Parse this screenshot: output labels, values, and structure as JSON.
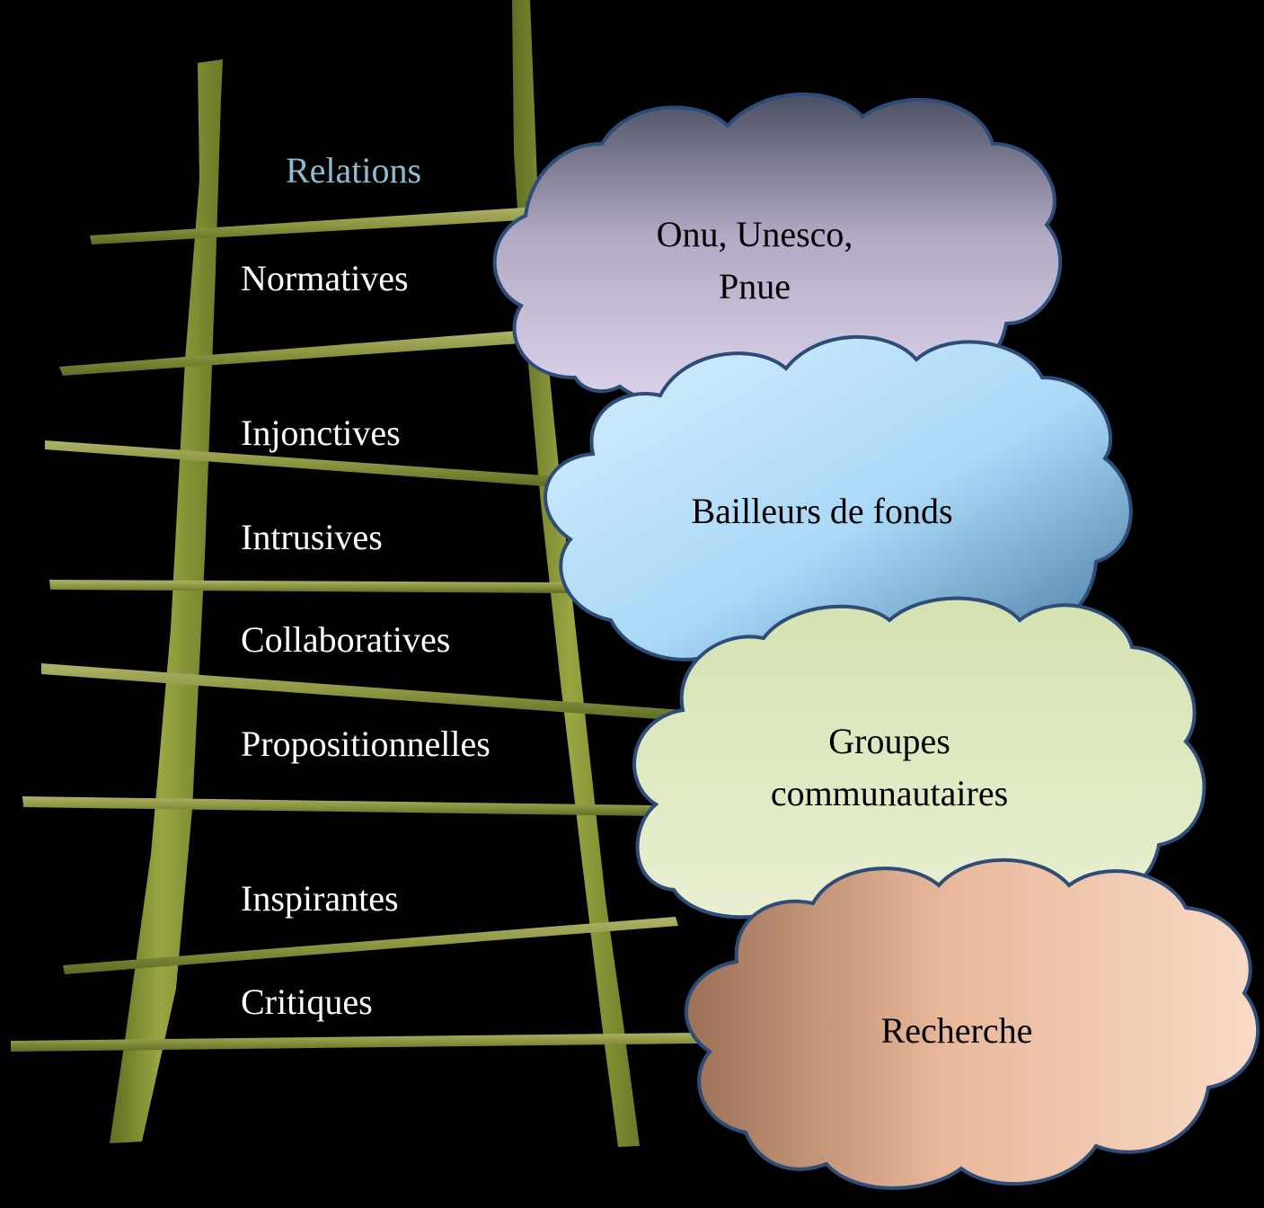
{
  "title": "Relations",
  "relation_types": [
    "Normatives",
    "Injonctives",
    "Intrusives",
    "Collaboratives",
    "Propositionnelles",
    "Inspirantes",
    "Critiques"
  ],
  "clouds": [
    {
      "lines": [
        "Onu, Unesco,",
        "Pnue"
      ],
      "color": "#d8cfe8"
    },
    {
      "lines": [
        "Bailleurs de fonds"
      ],
      "color": "#bfe3f8"
    },
    {
      "lines": [
        "Groupes",
        "communautaires"
      ],
      "color": "#e3ecca"
    },
    {
      "lines": [
        "Recherche"
      ],
      "color": "#f6cfb2"
    }
  ]
}
